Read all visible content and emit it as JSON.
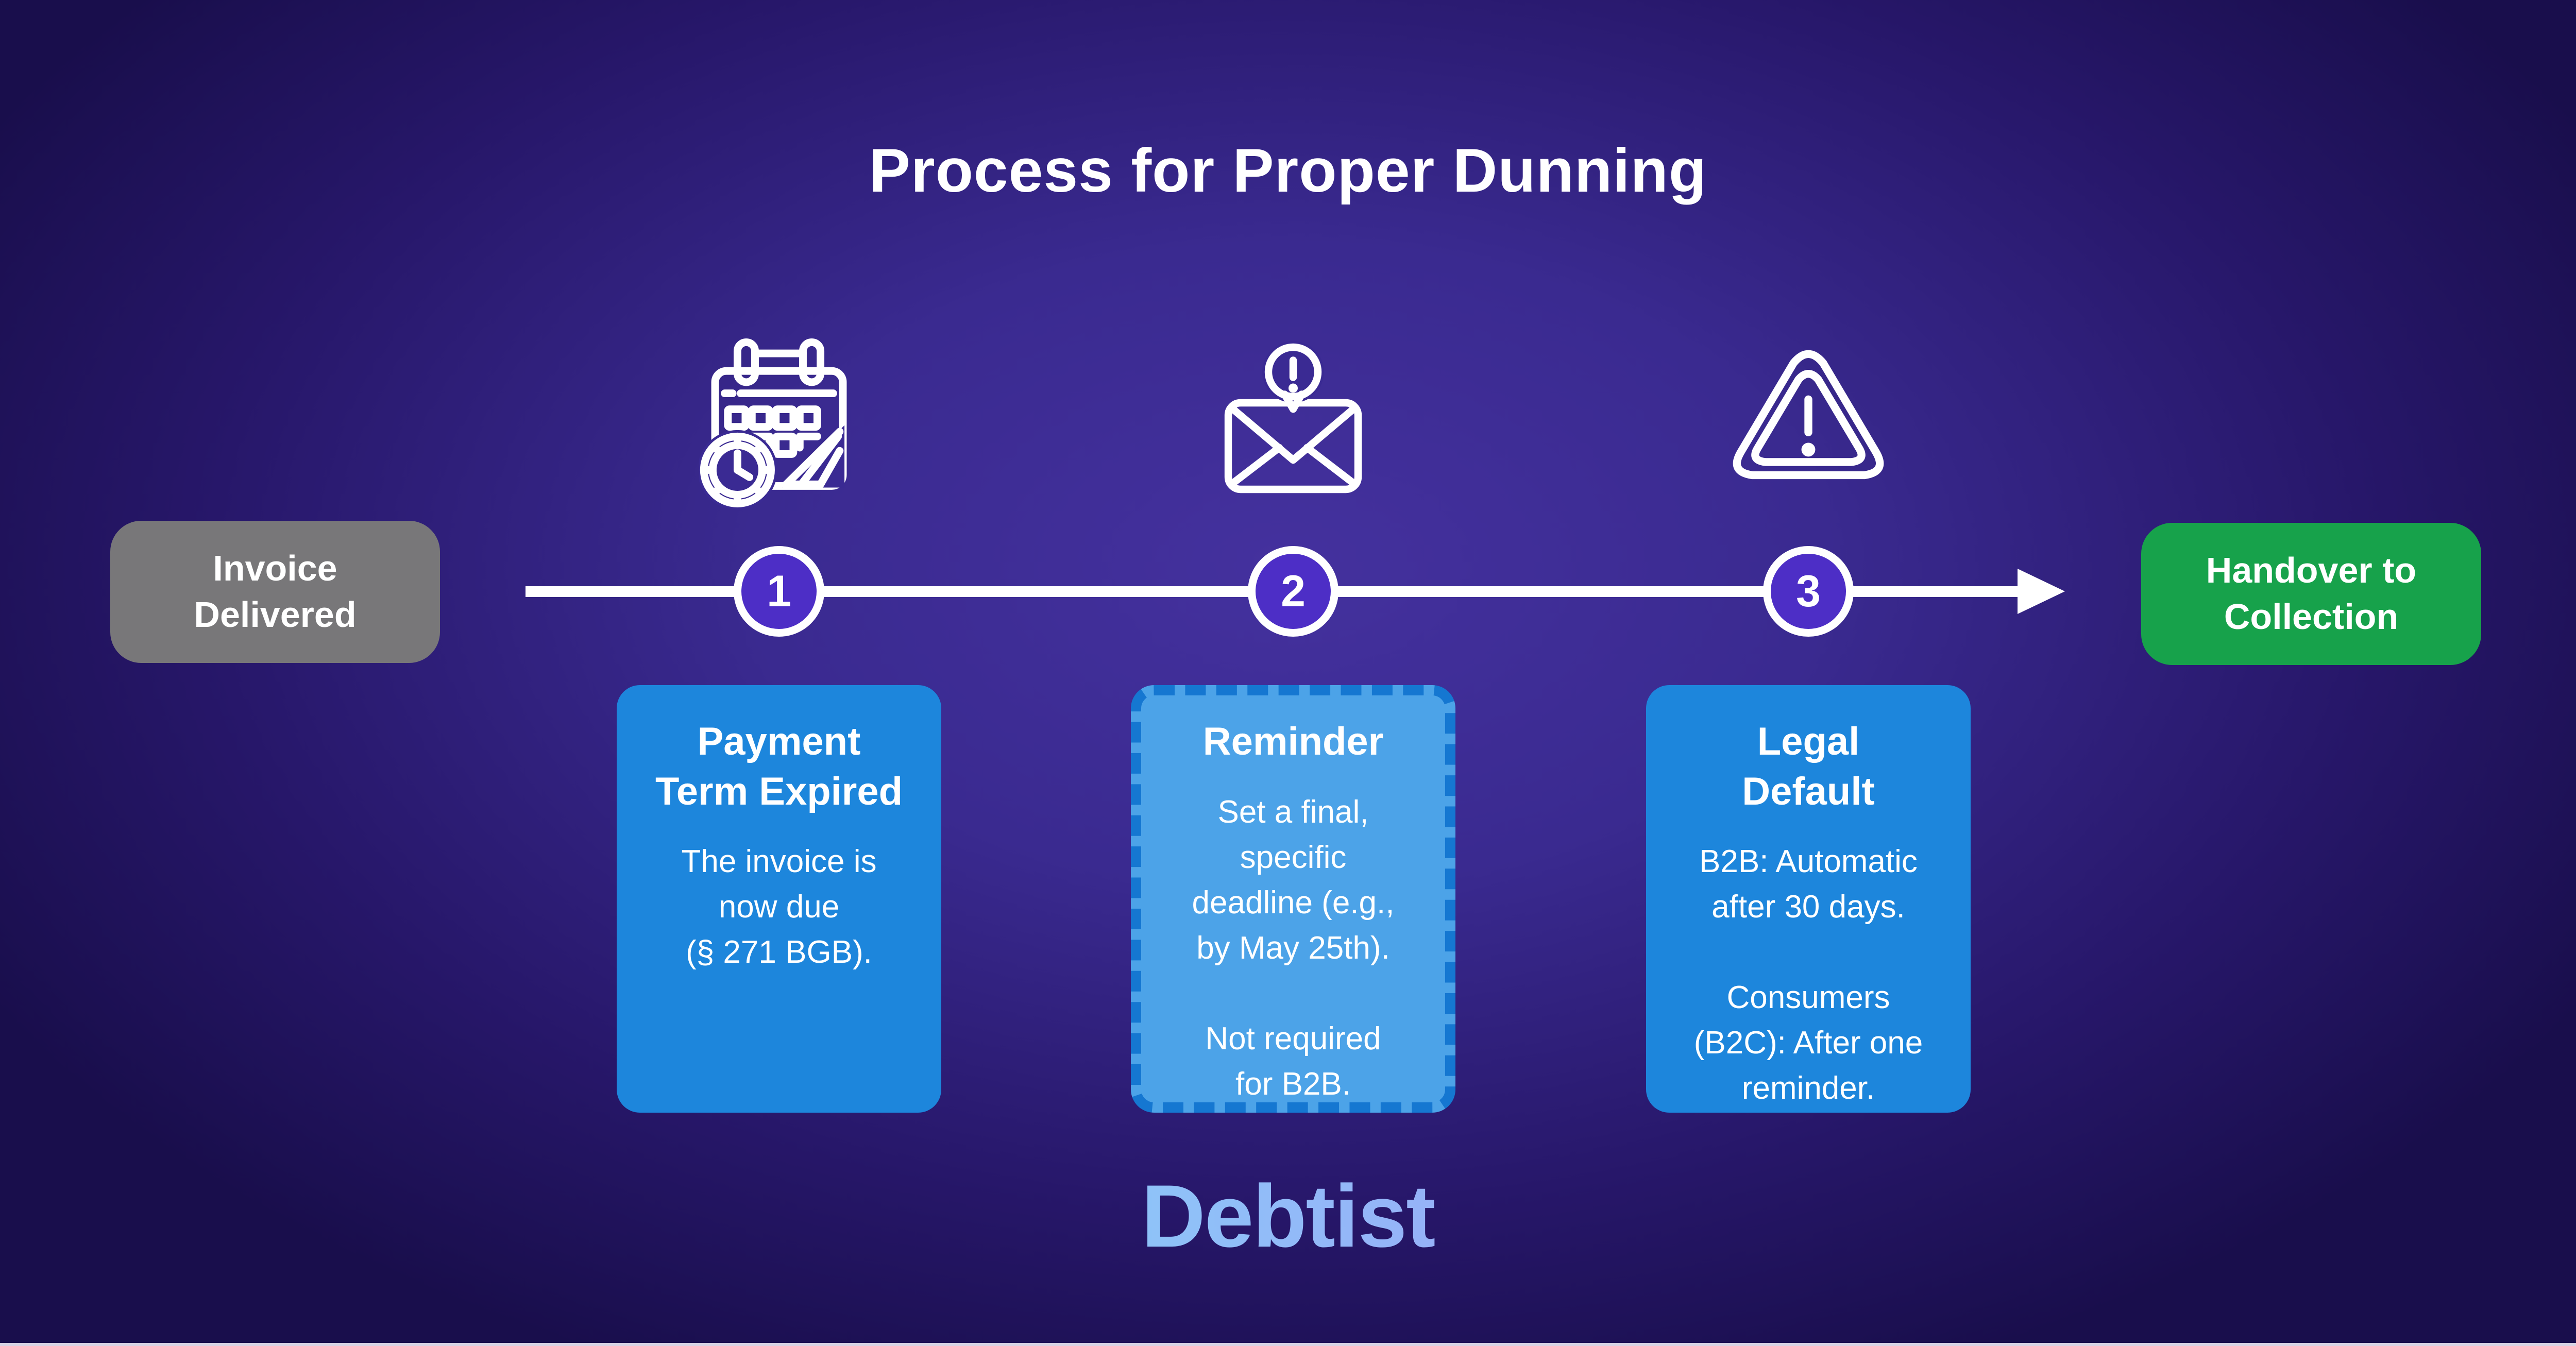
{
  "title": "Process for Proper Dunning",
  "start_node": {
    "label": "Invoice\nDelivered"
  },
  "end_node": {
    "label": "Handover to\nCollection"
  },
  "steps": [
    {
      "number": "1",
      "icon": "calendar-clock-icon",
      "heading": "Payment\nTerm Expired",
      "body": "The invoice is\nnow due\n(§ 271 BGB)."
    },
    {
      "number": "2",
      "icon": "envelope-alert-icon",
      "heading": "Reminder",
      "body": "Set a final,\nspecific\ndeadline (e.g.,\nby May 25th).\n\nNot required\nfor B2B."
    },
    {
      "number": "3",
      "icon": "warning-triangle-icon",
      "heading": "Legal\nDefault",
      "body": "B2B: Automatic\nafter 30 days.\n\nConsumers\n(B2C): After one\nreminder."
    }
  ],
  "logo": {
    "text": "Debtist"
  },
  "colors": {
    "bg-center": "#44319e",
    "bg-mid": "#3a2a90",
    "bg-dark": "#27176a",
    "bg-edge": "#190e4c",
    "card-blue": "#1d86dc",
    "card-light-blue": "#4ca3e8",
    "card-dash": "#1577d1",
    "node-gray": "#787779",
    "node-green": "#17a24b",
    "circle-purple": "#4d2ec6",
    "white": "#ffffff",
    "logo-start": "#7ee9fb",
    "logo-end": "#a68cf5",
    "bottom-line": "#d7d3e4",
    "occluder": "#3a2a93"
  }
}
